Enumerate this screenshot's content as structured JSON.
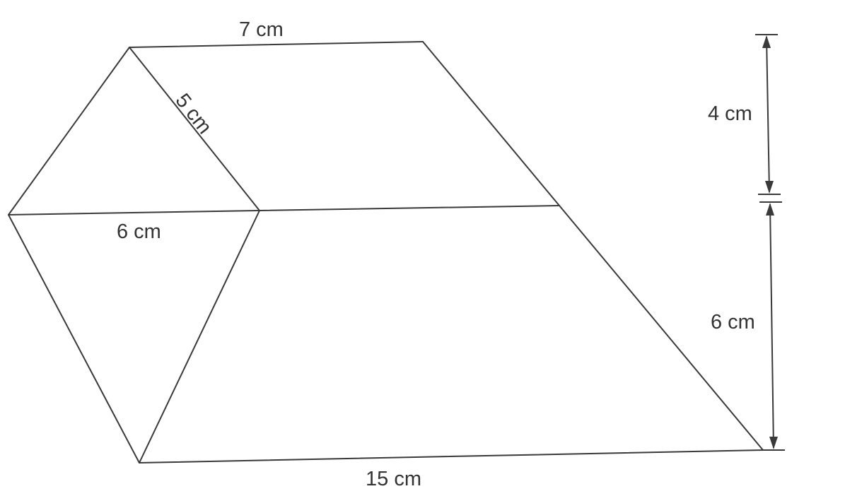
{
  "labels": {
    "top_edge": "7 cm",
    "slant_edge": "5 cm",
    "middle_edge": "6 cm",
    "bottom_edge": "15 cm",
    "upper_height": "4 cm",
    "lower_height": "6 cm"
  },
  "colors": {
    "line": "#3a3a3a",
    "text": "#333333",
    "background": "#ffffff"
  }
}
